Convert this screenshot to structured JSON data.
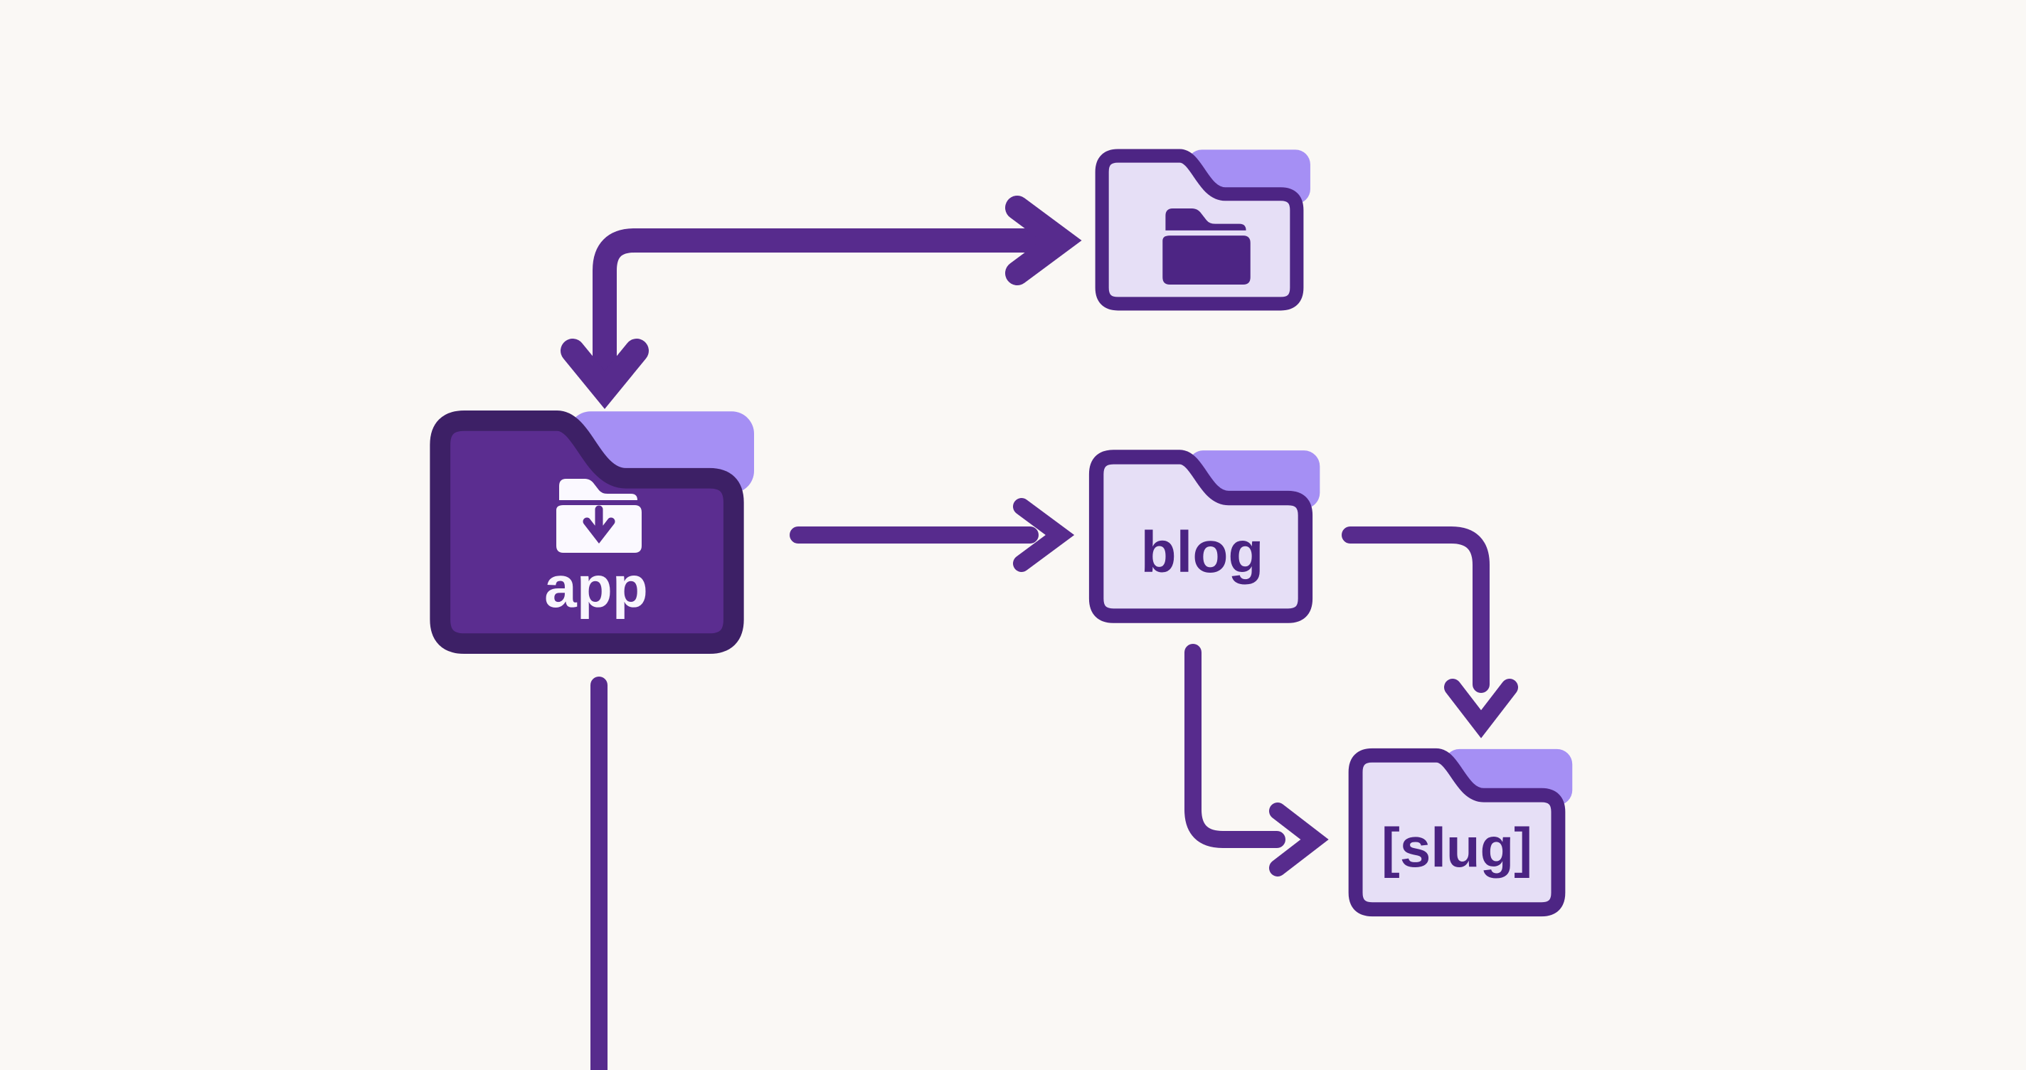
{
  "colors": {
    "bg": "#faf8f5",
    "arrow": "#572b8d",
    "app_border": "#3d2066",
    "app_fill": "#5b2d90",
    "folder_border": "#4d2584",
    "folder_fill": "#e6dff6",
    "folder_shadow": "#a58ff4",
    "label_on_dark": "#f8f5fd",
    "label_on_light": "#4a2382",
    "icon_on_dark": "#fbf9ff"
  },
  "nodes": {
    "app": {
      "label": "app",
      "icon": "folder-arrow-down-icon"
    },
    "unlabeled": {
      "icon": "folder-open-icon"
    },
    "blog": {
      "label": "blog"
    },
    "slug": {
      "label": "[slug]"
    }
  }
}
